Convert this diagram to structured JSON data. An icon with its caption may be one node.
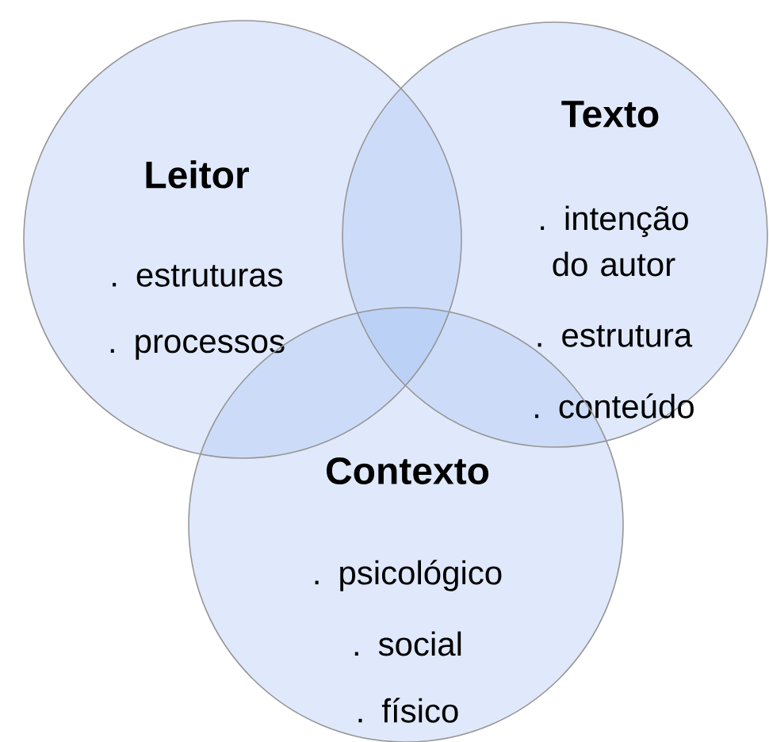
{
  "diagram": {
    "nodes": [
      {
        "text": [
          "Leitor",
          ". estruturas",
          ". processos"
        ]
      },
      {
        "text": [
          "Texto",
          ". intenção do autor",
          ". estrutura",
          ". conteúdo"
        ]
      },
      {
        "text": [
          "Contexto",
          ". psicológico",
          ". social",
          ". físico"
        ]
      }
    ]
  }
}
